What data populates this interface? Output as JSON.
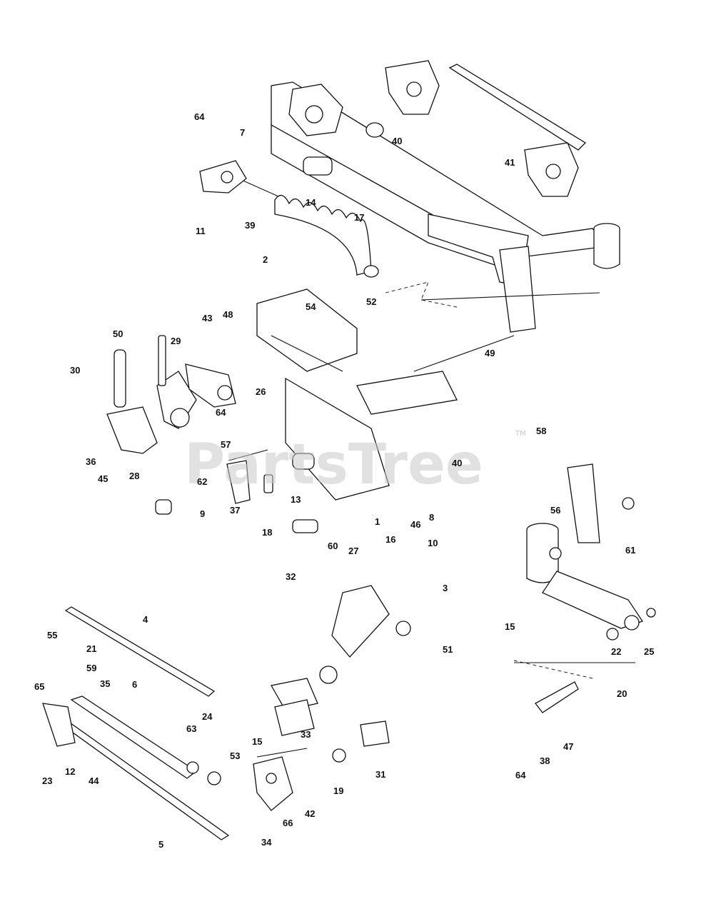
{
  "watermark": {
    "text": "PartsTree",
    "tm": "TM"
  },
  "callouts": {
    "c1": "1",
    "c2": "2",
    "c3": "3",
    "c4": "4",
    "c5": "5",
    "c6": "6",
    "c7": "7",
    "c8": "8",
    "c9": "9",
    "c10": "10",
    "c11": "11",
    "c12": "12",
    "c13": "13",
    "c14": "14",
    "c15a": "15",
    "c15b": "15",
    "c16": "16",
    "c17": "17",
    "c18": "18",
    "c19": "19",
    "c20": "20",
    "c21": "21",
    "c22": "22",
    "c23": "23",
    "c24": "24",
    "c25": "25",
    "c26": "26",
    "c27": "27",
    "c28": "28",
    "c29": "29",
    "c30": "30",
    "c31": "31",
    "c32": "32",
    "c33": "33",
    "c34": "34",
    "c35": "35",
    "c36": "36",
    "c37": "37",
    "c38": "38",
    "c39": "39",
    "c40a": "40",
    "c40b": "40",
    "c41": "41",
    "c42": "42",
    "c43": "43",
    "c44": "44",
    "c45": "45",
    "c46": "46",
    "c47": "47",
    "c48": "48",
    "c49": "49",
    "c50": "50",
    "c51": "51",
    "c52": "52",
    "c53": "53",
    "c54": "54",
    "c55": "55",
    "c56": "56",
    "c57": "57",
    "c58": "58",
    "c59": "59",
    "c60": "60",
    "c61": "61",
    "c62": "62",
    "c63": "63",
    "c64a": "64",
    "c64b": "64",
    "c64c": "64",
    "c65": "65",
    "c66": "66"
  }
}
